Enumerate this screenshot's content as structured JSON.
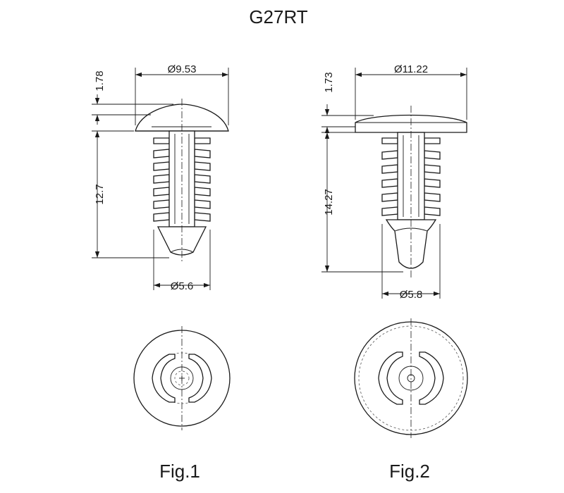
{
  "title": "G27RT",
  "figures": [
    {
      "label": "Fig.1",
      "dims": {
        "head_diameter": "Ø9.53",
        "head_height": "1.78",
        "shank_length": "12.7",
        "tip_diameter": "Ø5.6"
      }
    },
    {
      "label": "Fig.2",
      "dims": {
        "head_diameter": "Ø11.22",
        "head_height": "1.73",
        "shank_length": "14.27",
        "tip_diameter": "Ø5.8"
      }
    }
  ]
}
